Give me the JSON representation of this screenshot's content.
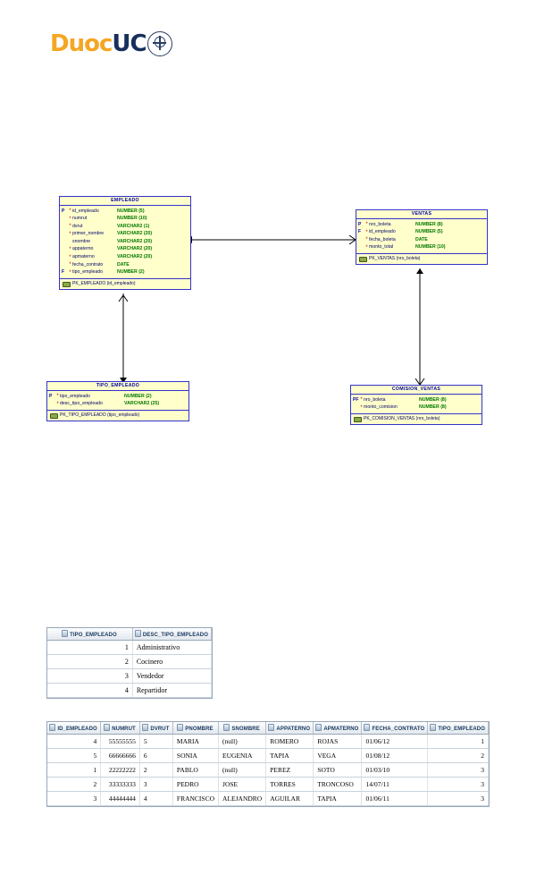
{
  "logo": {
    "text_first": "Duoc",
    "text_second": "UC",
    "crest_name": "duoc-uc-crest"
  },
  "diagram": {
    "entities": [
      {
        "id": "empleado",
        "title": "EMPLEADO",
        "attributes": [
          {
            "key": "P",
            "required": "*",
            "name": "id_empleado",
            "type": "NUMBER (5)"
          },
          {
            "key": "",
            "required": "*",
            "name": "numrut",
            "type": "NUMBER (10)"
          },
          {
            "key": "",
            "required": "*",
            "name": "dvrut",
            "type": "VARCHAR2 (1)"
          },
          {
            "key": "",
            "required": "*",
            "name": "primer_nombre",
            "type": "VARCHAR2 (20)"
          },
          {
            "key": "",
            "required": "",
            "name": "snombre",
            "type": "VARCHAR2 (20)"
          },
          {
            "key": "",
            "required": "*",
            "name": "appaterno",
            "type": "VARCHAR2 (20)"
          },
          {
            "key": "",
            "required": "*",
            "name": "apmaterno",
            "type": "VARCHAR2 (20)"
          },
          {
            "key": "",
            "required": "*",
            "name": "fecha_contrato",
            "type": "DATE"
          },
          {
            "key": "F",
            "required": "*",
            "name": "tipo_empleado",
            "type": "NUMBER (2)"
          }
        ],
        "index": "PK_EMPLEADO (id_empleado)"
      },
      {
        "id": "ventas",
        "title": "VENTAS",
        "attributes": [
          {
            "key": "P",
            "required": "*",
            "name": "nro_boleta",
            "type": "NUMBER (8)"
          },
          {
            "key": "F",
            "required": "*",
            "name": "id_empleado",
            "type": "NUMBER (5)"
          },
          {
            "key": "",
            "required": "*",
            "name": "fecha_boleta",
            "type": "DATE"
          },
          {
            "key": "",
            "required": "*",
            "name": "monto_total",
            "type": "NUMBER (10)"
          }
        ],
        "index": "PK_VENTAS (nro_boleta)"
      },
      {
        "id": "tipo-empleado",
        "title": "TIPO_EMPLEADO",
        "attributes": [
          {
            "key": "P",
            "required": "*",
            "name": "tipo_empleado",
            "type": "NUMBER (2)"
          },
          {
            "key": "",
            "required": "*",
            "name": "desc_tipo_empleado",
            "type": "VARCHAR2 (25)"
          }
        ],
        "index": "PK_TIPO_EMPLEADO (tipo_empleado)"
      },
      {
        "id": "comision-ventas",
        "title": "COMISION_VENTAS",
        "attributes": [
          {
            "key": "PF",
            "required": "*",
            "name": "nro_boleta",
            "type": "NUMBER (8)"
          },
          {
            "key": "",
            "required": "*",
            "name": "monto_comision",
            "type": "NUMBER (8)"
          }
        ],
        "index": "PK_COMISION_VENTAS (nro_boleta)"
      }
    ]
  },
  "grid_tipo_empleado": {
    "columns": [
      "TIPO_EMPLEADO",
      "DESC_TIPO_EMPLEADO"
    ],
    "rows": [
      [
        "1",
        "Administrativo"
      ],
      [
        "2",
        "Cocinero"
      ],
      [
        "3",
        "Vendedor"
      ],
      [
        "4",
        "Repartidor"
      ]
    ]
  },
  "grid_empleado": {
    "columns": [
      "ID_EMPLEADO",
      "NUMRUT",
      "DVRUT",
      "PNOMBRE",
      "SNOMBRE",
      "APPATERNO",
      "APMATERNO",
      "FECHA_CONTRATO",
      "TIPO_EMPLEADO"
    ],
    "rows": [
      [
        "4",
        "55555555",
        "5",
        "MARIA",
        "(null)",
        "ROMERO",
        "ROJAS",
        "01/06/12",
        "1"
      ],
      [
        "5",
        "66666666",
        "6",
        "SONIA",
        "EUGENIA",
        "TAPIA",
        "VEGA",
        "01/08/12",
        "2"
      ],
      [
        "1",
        "22222222",
        "2",
        "PABLO",
        "(null)",
        "PEREZ",
        "SOTO",
        "01/03/10",
        "3"
      ],
      [
        "2",
        "33333333",
        "3",
        "PEDRO",
        "JOSE",
        "TORRES",
        "TRONCOSO",
        "14/07/11",
        "3"
      ],
      [
        "3",
        "44444444",
        "4",
        "FRANCISCO",
        "ALEJANDRO",
        "AGUILAR",
        "TAPIA",
        "01/06/11",
        "3"
      ]
    ]
  },
  "colors": {
    "entity_fill": "#ffffcc",
    "entity_border": "#3333cc",
    "title_text": "#0000aa",
    "type_text": "#007700",
    "required_marker": "#cc0000",
    "logo_orange": "#f5a623",
    "logo_navy": "#16305c"
  }
}
